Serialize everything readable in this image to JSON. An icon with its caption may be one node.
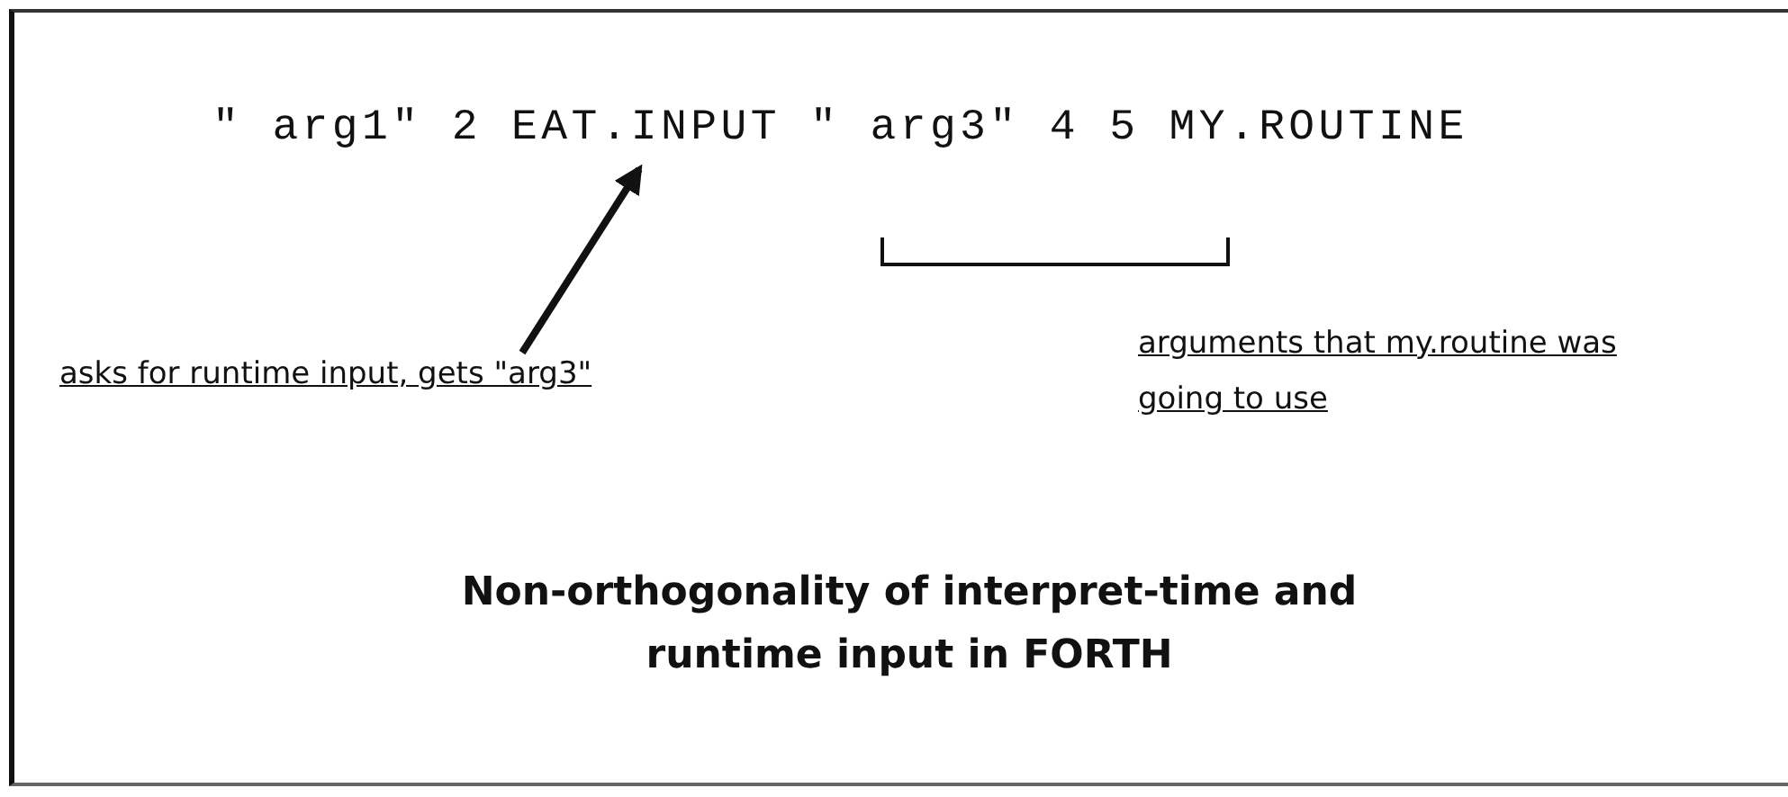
{
  "diagram": {
    "caption": "Non-orthogonality of interpret-time and runtime input in FORTH",
    "nodes": [
      {
        "text": [
          "\" arg1\" 2 EAT.INPUT \" arg3\" 4 5 MY.ROUTINE"
        ]
      },
      {
        "text": [
          "asks for runtime input, gets \"arg3\""
        ]
      }
    ],
    "edges": [
      {
        "from": 1,
        "to": 0,
        "arrow": "to"
      }
    ],
    "labels": [
      "arguments that my.routine was going to use"
    ]
  }
}
